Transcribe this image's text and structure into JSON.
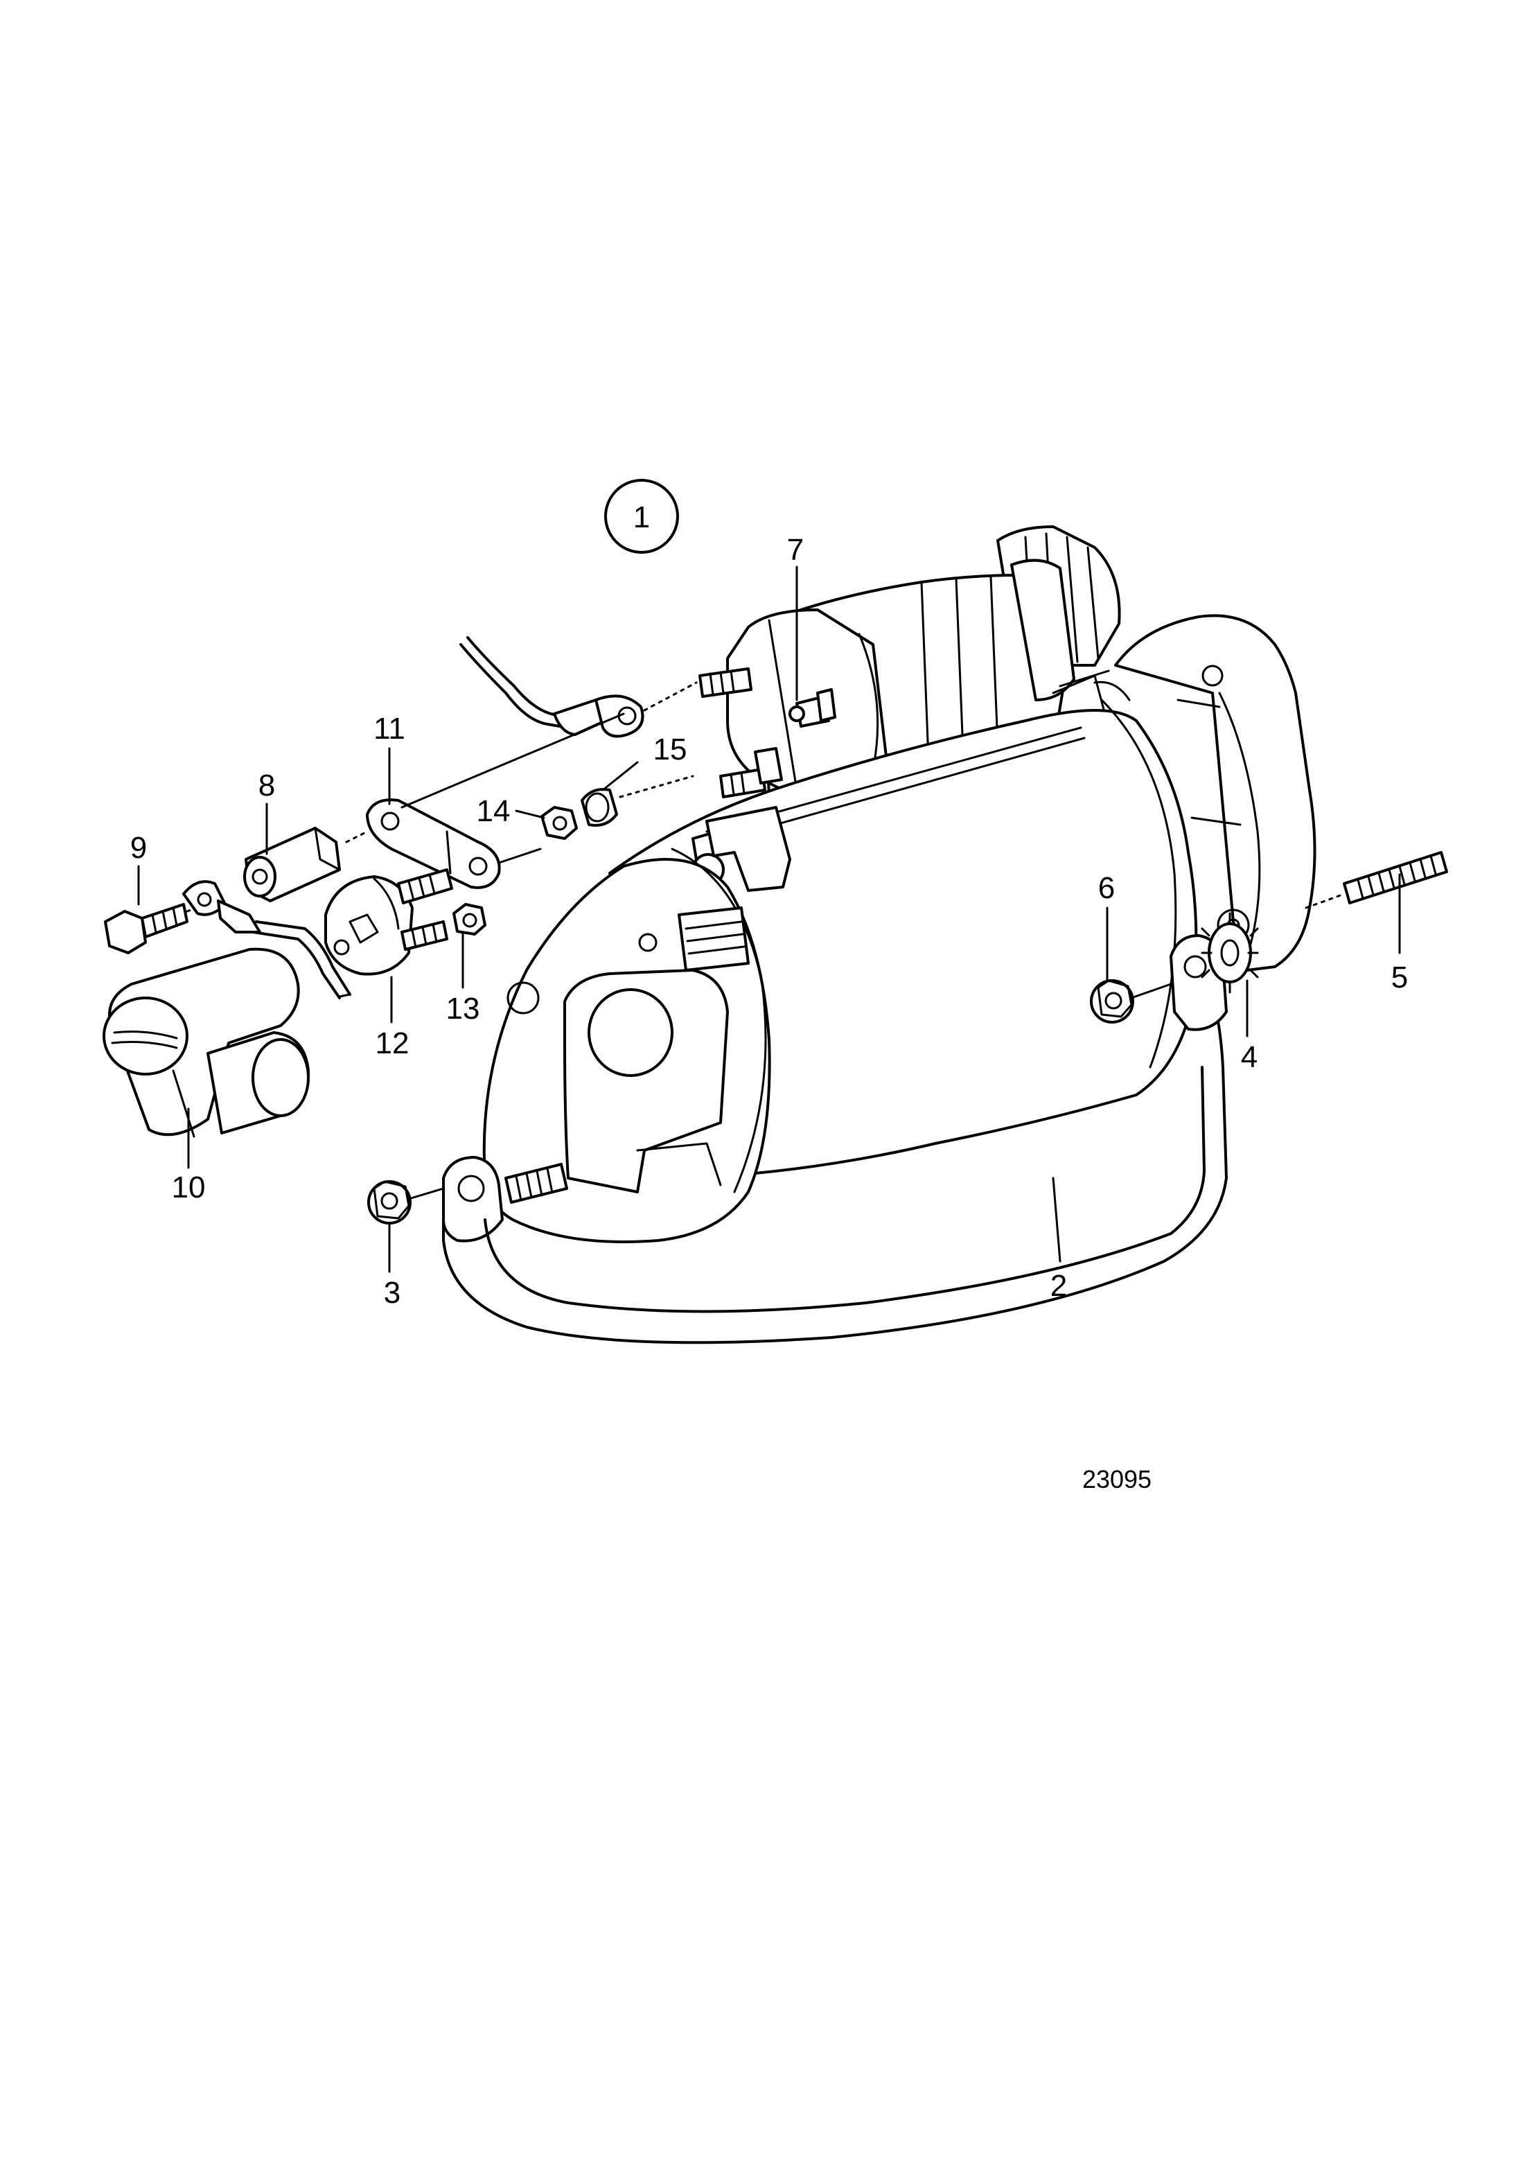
{
  "diagram": {
    "group_marker": "1",
    "drawing_number": "23095",
    "callouts": [
      "2",
      "3",
      "4",
      "5",
      "6",
      "7",
      "8",
      "9",
      "10",
      "11",
      "12",
      "13",
      "14",
      "15"
    ]
  }
}
